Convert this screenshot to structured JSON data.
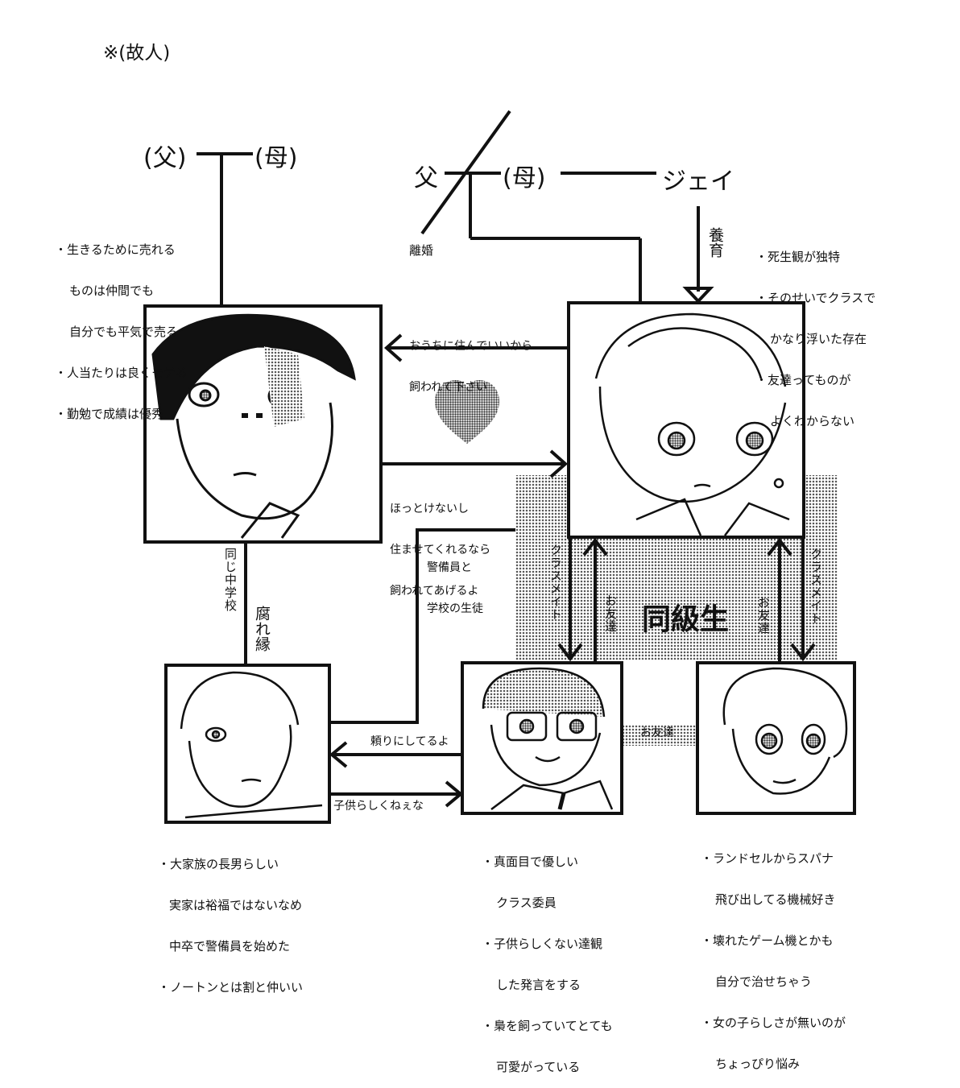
{
  "header": {
    "deceased_note": "※(故人)"
  },
  "family_left": {
    "father": "(父)",
    "mother": "(母)"
  },
  "family_right": {
    "father": "父",
    "mother": "(母)",
    "jay": "ジェイ",
    "divorce": "離婚",
    "adoption": "養育"
  },
  "panels": {
    "top_left": {
      "notes": [
        "・生きるために売れる",
        "ものは仲間でも",
        "自分でも平気で売る",
        "・人当たりは良くモテる",
        "・勤勉で成績は優秀"
      ]
    },
    "top_right": {
      "notes": [
        "・死生観が独特",
        "・そのせいでクラスで",
        "かなり浮いた存在",
        "・友達ってものが",
        "よくわからない"
      ]
    },
    "bottom_left": {
      "notes": [
        "・大家族の長男らしい",
        "実家は裕福ではないなめ",
        "中卒で警備員を始めた",
        "・ノートンとは割と仲いい"
      ]
    },
    "bottom_mid": {
      "notes": [
        "・真面目で優しい",
        "クラス委員",
        "・子供らしくない達観",
        "した発言をする",
        "・梟を飼っていてとても",
        "可愛がっている"
      ]
    },
    "bottom_right": {
      "notes": [
        "・ランドセルからスパナ",
        "飛び出してる機械好き",
        "・壊れたゲーム機とかも",
        "自分で治せちゃう",
        "・女の子らしさが無いのが",
        "ちょっぴり悩み"
      ]
    }
  },
  "relations": {
    "right_to_left": [
      "おうちに住んでいいから",
      "飼われて下さい"
    ],
    "left_to_right": [
      "ほっとけないし",
      "住ませてくれるなら",
      "飼われてあげるよ"
    ],
    "same_middle_school": "同じ中学校",
    "bad_bond": "腐れ縁",
    "guard_student": [
      "警備員と",
      "学校の生徒"
    ],
    "classmate_left": "クラスメイト",
    "friend_left": "お友達",
    "classmates_banner": "同級生",
    "friend_right": "お友達",
    "classmate_right": "クラスメイト",
    "friend_bottom": "お友達",
    "relying": "頼りにしてるよ",
    "not_childlike": "子供らしくねぇな"
  },
  "colors": {
    "ink": "#111111",
    "tone": "#9a9a9a",
    "heart": "#6f6f6f"
  }
}
